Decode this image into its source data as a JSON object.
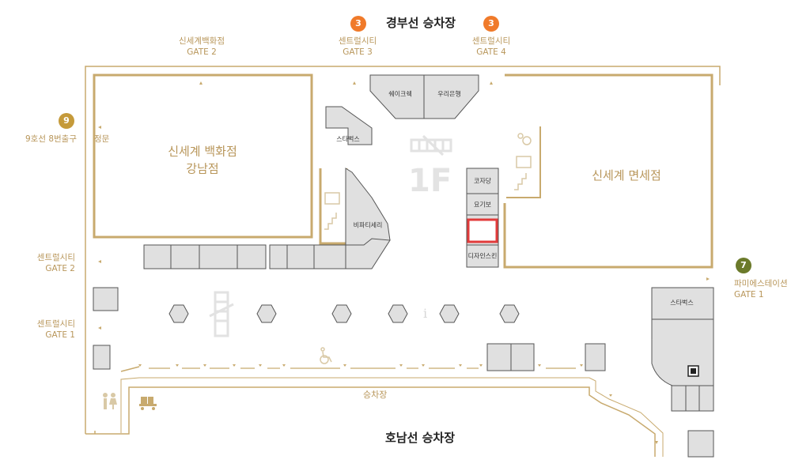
{
  "title_top": "경부선 승차장",
  "title_bottom": "호남선 승차장",
  "floor_label": "1F",
  "badges": {
    "top_left": "3",
    "top_right": "3",
    "line9": "9",
    "line7": "7"
  },
  "badge_colors": {
    "line3": "#f07a2a",
    "line9": "#c59a3a",
    "line7": "#6b7a2a"
  },
  "gates": {
    "shinsegae_gate2": {
      "name": "신세계백화점",
      "gate": "GATE 2"
    },
    "central_gate3": {
      "name": "센트럴시티",
      "gate": "GATE 3"
    },
    "central_gate4": {
      "name": "센트럴시티",
      "gate": "GATE 4"
    },
    "central_gate2": {
      "name": "센트럴시티",
      "gate": "GATE 2"
    },
    "central_gate1": {
      "name": "센트럴시티",
      "gate": "GATE 1"
    },
    "famille_gate1": {
      "name": "파미에스테이션",
      "gate": "GATE 1"
    }
  },
  "exit_line9": "9호선 8번출구",
  "main_entrance": "정문",
  "stores": {
    "shinsegae_dept": "신세계 백화점\n강남점",
    "shinsegae_duty": "신세계 면세점",
    "shake_shack": "쉐이크쉑",
    "woori_bank": "우리은행",
    "starbucks_top": "스타벅스",
    "starbucks_right": "스타벅스",
    "beeparty": "비파티세리",
    "kojadang": "코자당",
    "yogibo": "요기보",
    "design_skin": "디자인스킨"
  },
  "platform_label": "승차장",
  "info_symbol": "i"
}
